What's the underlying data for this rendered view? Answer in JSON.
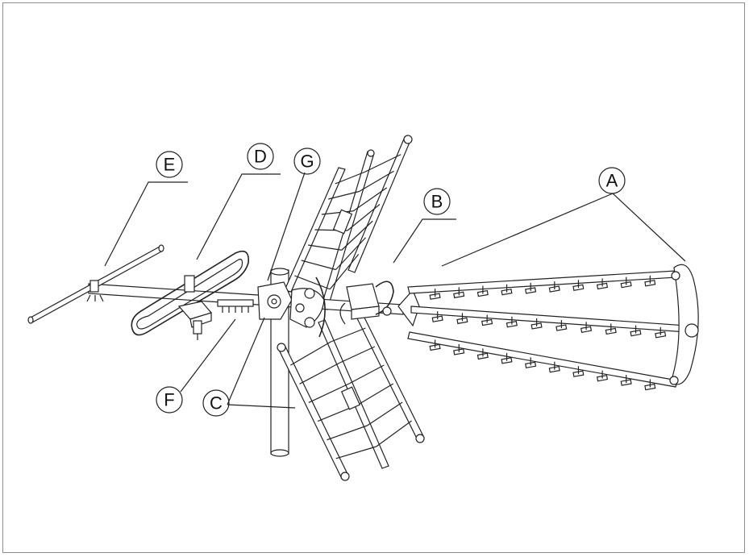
{
  "labels": {
    "a": "A",
    "b": "B",
    "c": "C",
    "d": "D",
    "e": "E",
    "f": "F",
    "g": "G"
  },
  "colors": {
    "frame_border": "#4ba3c7",
    "line": "#222222",
    "background": "#ffffff"
  }
}
